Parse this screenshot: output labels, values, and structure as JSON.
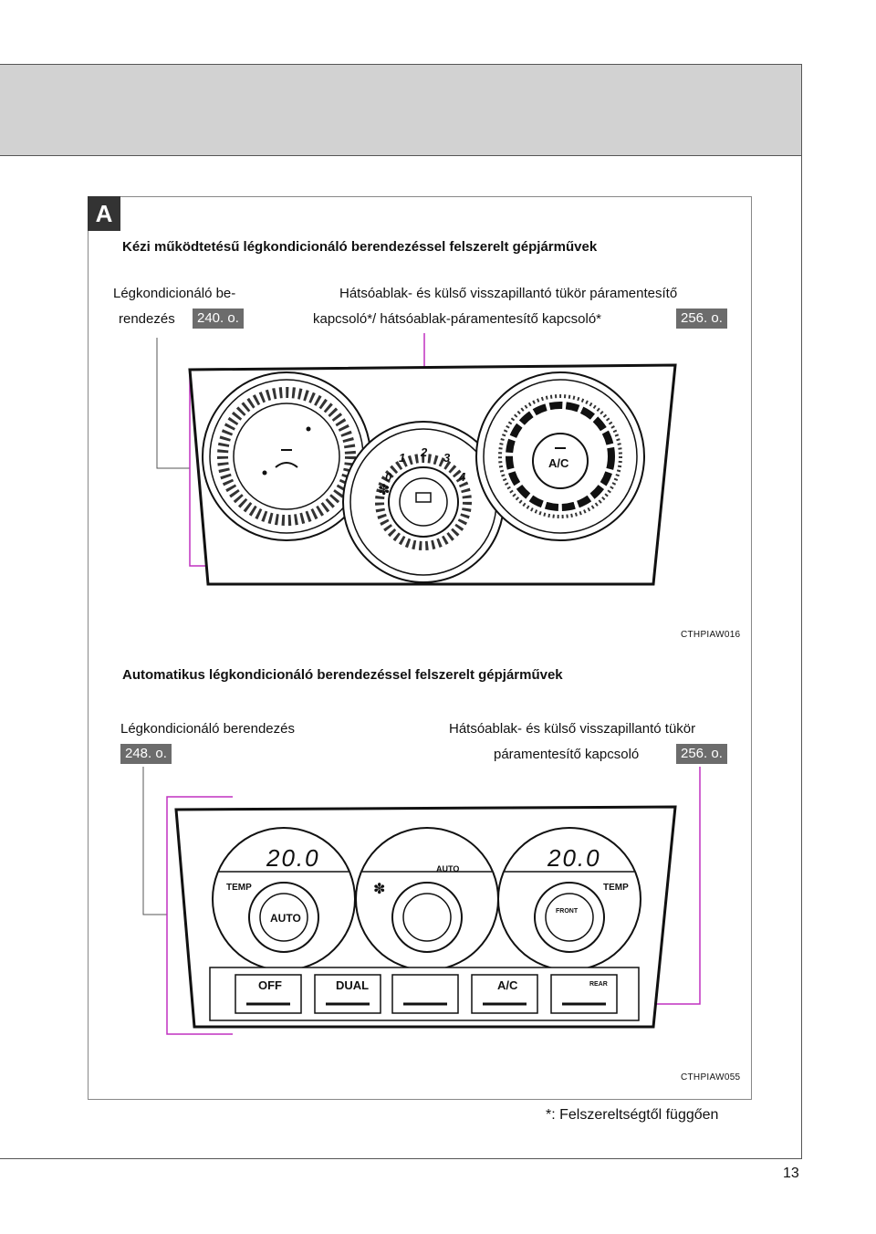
{
  "section_badge": "A",
  "section1": {
    "heading": "Kézi működtetésű légkondicionáló berendezéssel felszerelt gépjárművek",
    "left_label_line1": "Légkondicionáló be-",
    "left_label_line2": "rendezés",
    "left_ref": "240. o.",
    "right_label_line1": "Hátsóablak- és külső visszapillantó tükör páramentesítő",
    "right_label_line2": "kapcsoló*/ hátsóablak-páramentesítő kapcsoló*",
    "right_ref": "256. o.",
    "fan_speeds": [
      "0",
      "1",
      "2",
      "3",
      "4"
    ],
    "ac_button": "A/C",
    "image_code": "CTHPIAW016"
  },
  "section2": {
    "heading": "Automatikus légkondicionáló berendezéssel felszerelt gépjárművek",
    "left_label": "Légkondicionáló berendezés",
    "left_ref": "248. o.",
    "right_label_line1": "Hátsóablak- és külső visszapillantó tükör",
    "right_label_line2": "páramentesítő kapcsoló",
    "right_ref": "256. o.",
    "temp_left": "20.0",
    "temp_right": "20.0",
    "auto_indicator": "AUTO",
    "temp_label": "TEMP",
    "auto_knob": "AUTO",
    "front_label": "FRONT",
    "buttons": [
      "OFF",
      "DUAL",
      "",
      "A/C",
      "REAR"
    ],
    "image_code": "CTHPIAW055"
  },
  "footnote": "*: Felszereltségtől függően",
  "page_number": "13"
}
